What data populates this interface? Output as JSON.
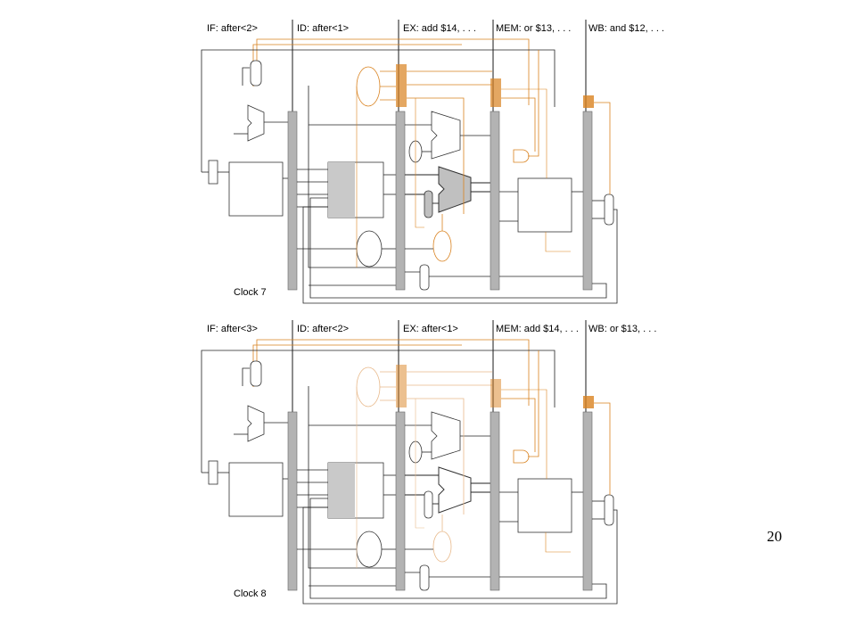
{
  "colors": {
    "active": "#d9821f",
    "inactive": "#e8b98a",
    "wire": "#222222",
    "reg": "#b3b3b3"
  },
  "diagrams": [
    {
      "stages": [
        "IF: after<2>",
        "ID: after<1>",
        "EX: add $14, . . .",
        "MEM: or $13, . . .",
        "WB: and $12, . . ."
      ],
      "clock": "Clock 7"
    },
    {
      "stages": [
        "IF: after<3>",
        "ID: after<2>",
        "EX: after<1>",
        "MEM: add $14, . . .",
        "WB: or $13, . . ."
      ],
      "clock": "Clock 8"
    }
  ],
  "page_number": "20"
}
